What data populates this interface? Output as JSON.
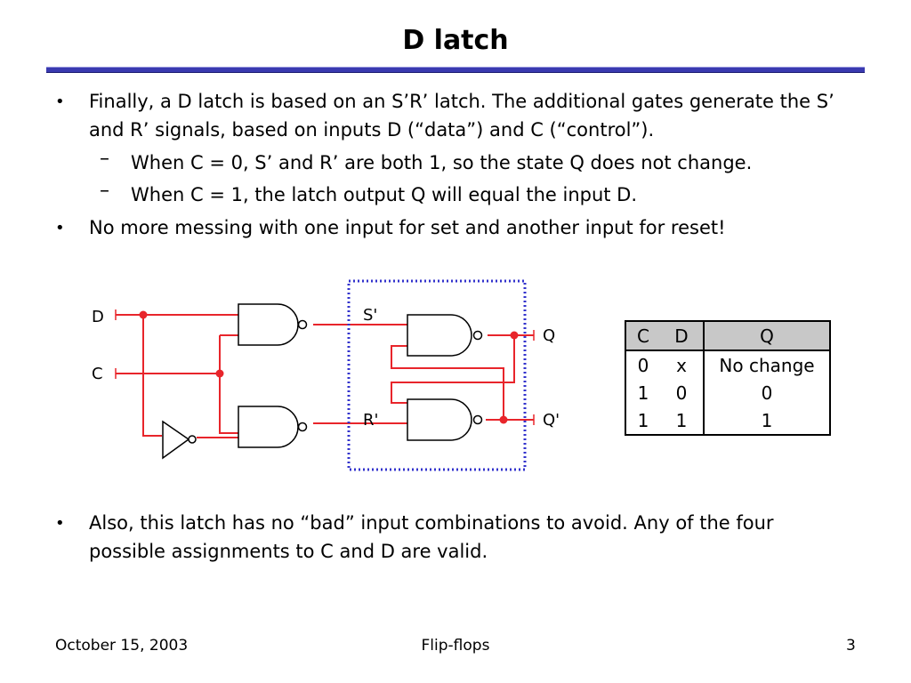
{
  "slide": {
    "title": "D latch",
    "bullets": [
      "Finally, a D latch is based on an S’R’ latch. The additional gates generate the S’ and R’ signals, based on inputs D (“data”) and C (“control”).",
      "No more messing with one input for set and another input for reset!",
      "Also, this latch has no “bad” input combinations to avoid. Any of the four possible assignments to C and D are valid."
    ],
    "subbullets": [
      "When C = 0, S’ and R’ are both 1, so the state Q does not change.",
      "When C = 1, the latch output Q will equal the input D."
    ]
  },
  "circuit": {
    "labels": {
      "d": "D",
      "c": "C",
      "s": "S'",
      "r": "R'",
      "q": "Q",
      "qbar": "Q'"
    },
    "colors": {
      "wire": "#e8252b",
      "latch_box": "#3333cc",
      "gate": "#000000"
    }
  },
  "truth_table": {
    "headers": [
      "C",
      "D",
      "Q"
    ],
    "rows": [
      [
        "0",
        "x",
        "No change"
      ],
      [
        "1",
        "0",
        "0"
      ],
      [
        "1",
        "1",
        "1"
      ]
    ]
  },
  "footer": {
    "date": "October 15, 2003",
    "topic": "Flip-flops",
    "page": "3"
  }
}
